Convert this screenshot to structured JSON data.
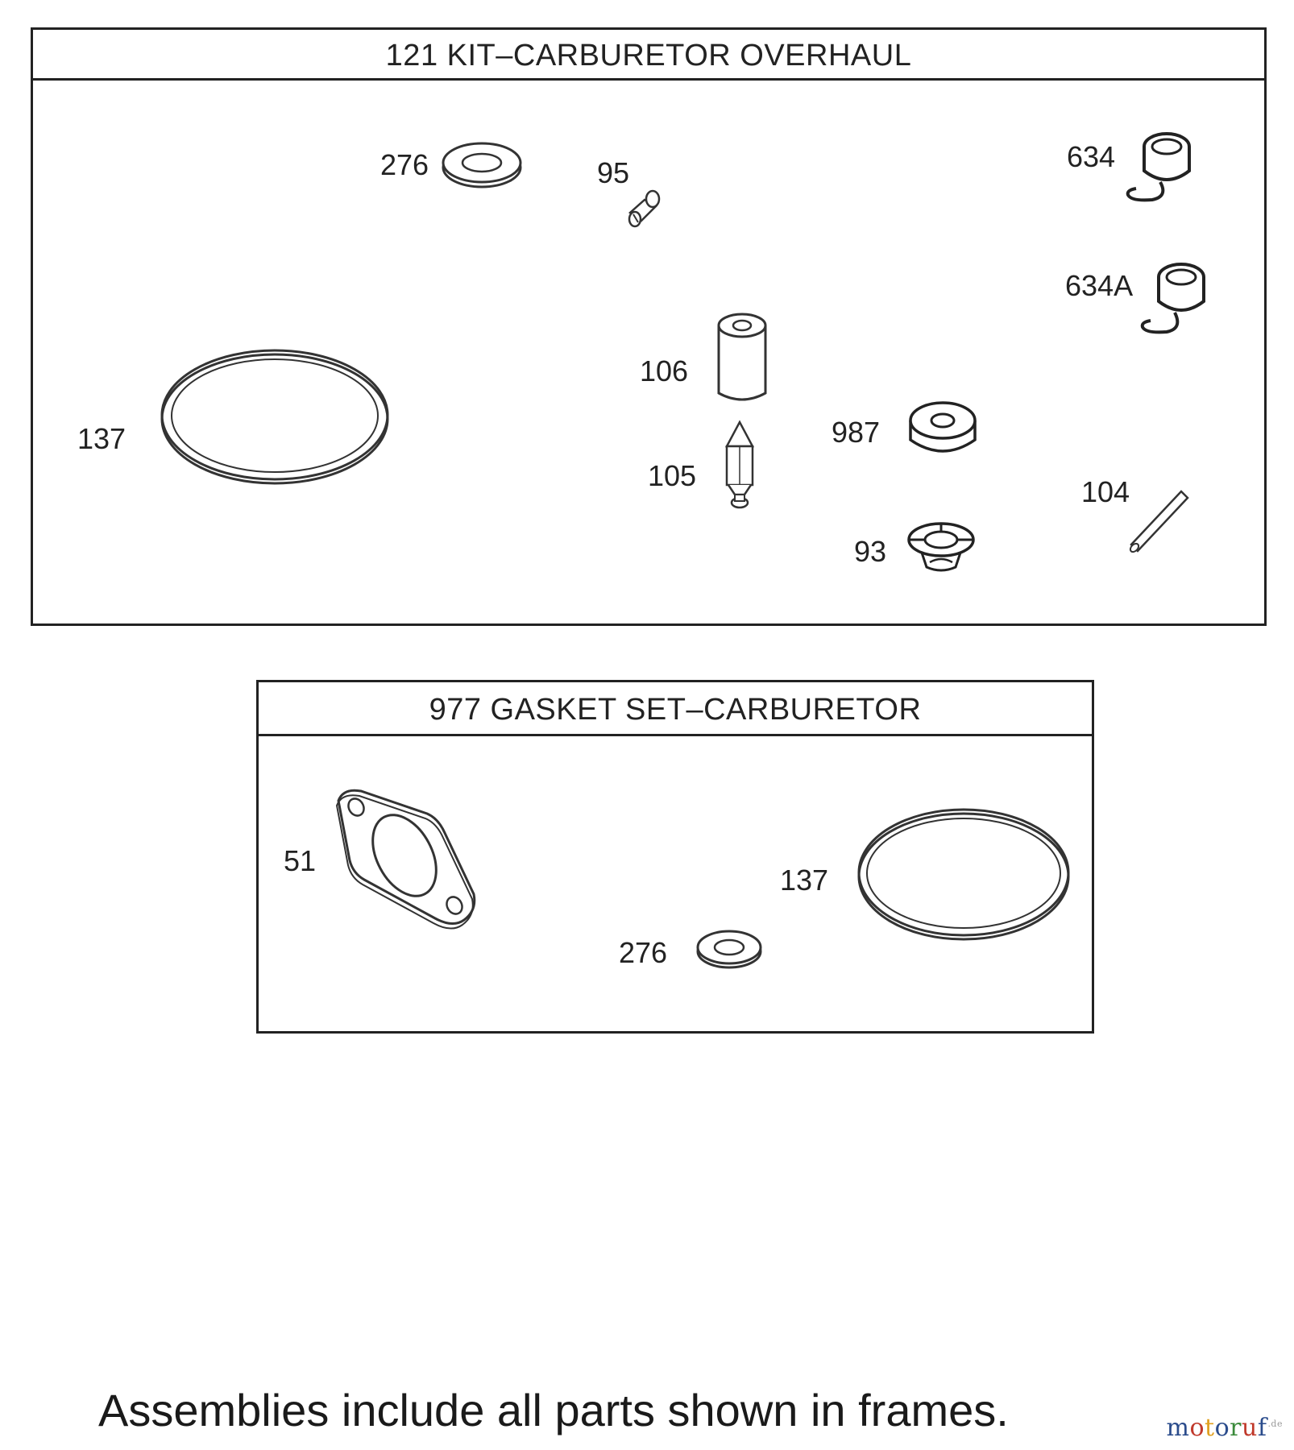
{
  "kit": {
    "title": "121 KIT–CARBURETOR OVERHAUL",
    "callouts": {
      "p276": "276",
      "p95": "95",
      "p634": "634",
      "p634a": "634A",
      "p106": "106",
      "p137": "137",
      "p987": "987",
      "p105": "105",
      "p104": "104",
      "p93": "93"
    }
  },
  "gasket": {
    "title": "977 GASKET SET–CARBURETOR",
    "callouts": {
      "p51": "51",
      "p137": "137",
      "p276": "276"
    }
  },
  "footer": "Assemblies include all parts shown in frames.",
  "logo": {
    "letters": [
      "m",
      "o",
      "t",
      "o",
      "r",
      "u",
      "f"
    ],
    "colors": [
      "#2b4c8c",
      "#c0392b",
      "#e0a020",
      "#2b4c8c",
      "#3a8a3a",
      "#c0392b",
      "#2b4c8c"
    ],
    "suffix": ".de"
  }
}
